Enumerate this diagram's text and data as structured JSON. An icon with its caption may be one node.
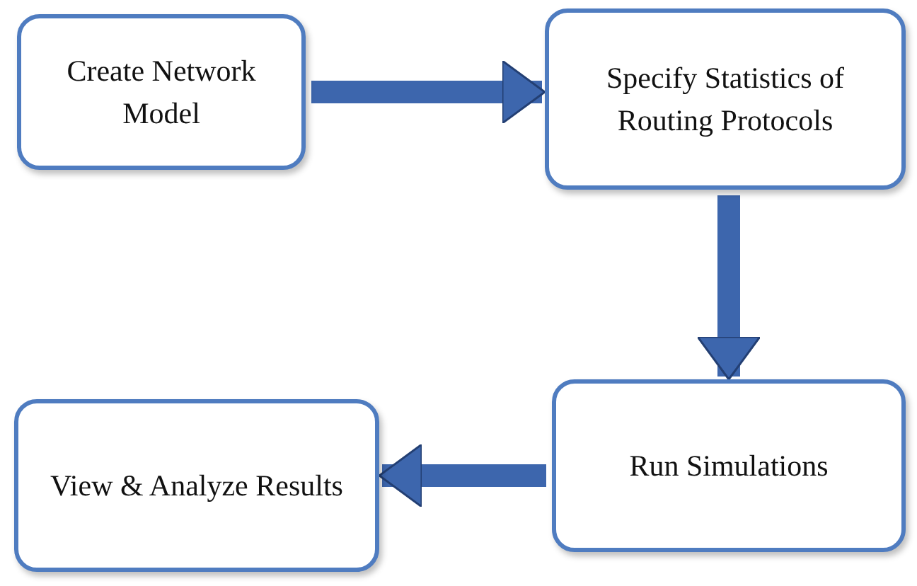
{
  "diagram": {
    "nodes": [
      {
        "text": [
          "Create Network Model"
        ]
      },
      {
        "text": [
          "Specify Statistics of Routing Protocols"
        ]
      },
      {
        "text": [
          "Run Simulations"
        ]
      },
      {
        "text": [
          "View & Analyze Results"
        ]
      }
    ],
    "edges": [
      {
        "from": 0,
        "to": 1,
        "arrow": "to"
      },
      {
        "from": 1,
        "to": 2,
        "arrow": "to"
      },
      {
        "from": 2,
        "to": 3,
        "arrow": "to"
      }
    ]
  }
}
